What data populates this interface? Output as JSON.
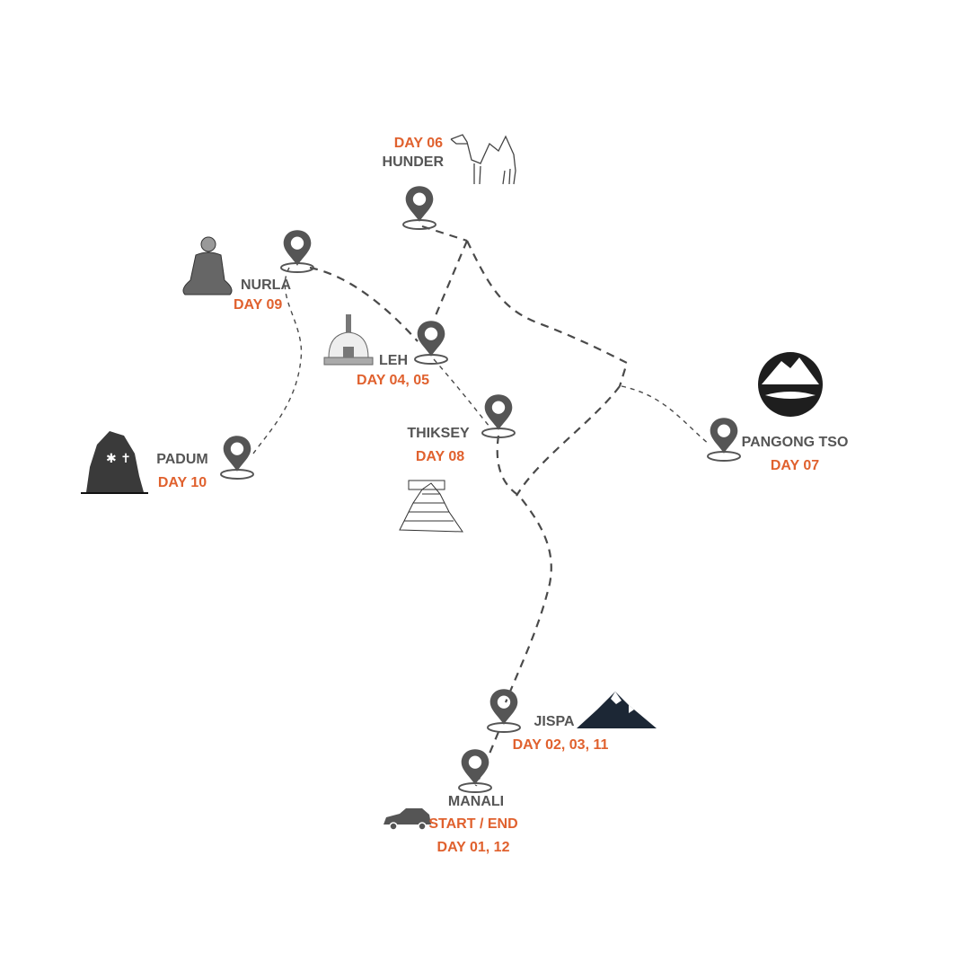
{
  "map": {
    "colors": {
      "name": "#555555",
      "day": "#e0612e",
      "route": "#4a4a4a"
    },
    "locations": {
      "hunder": {
        "name": "HUNDER",
        "day": "DAY 06",
        "icon": "camel-icon"
      },
      "nurla": {
        "name": "NURLA",
        "day": "DAY 09",
        "icon": "meditating-monk-icon"
      },
      "leh": {
        "name": "LEH",
        "day": "DAY 04, 05",
        "icon": "stupa-icon"
      },
      "thiksey": {
        "name": "THIKSEY",
        "day": "DAY 08",
        "icon": "monastery-sketch-icon"
      },
      "padum": {
        "name": "PADUM",
        "day": "DAY 10",
        "icon": "carved-rock-icon"
      },
      "pangong": {
        "name": "PANGONG TSO",
        "day": "DAY 07",
        "icon": "mountain-lake-icon"
      },
      "jispa": {
        "name": "JISPA",
        "day": "DAY 02, 03, 11",
        "icon": "mountain-icon"
      },
      "manali": {
        "name": "MANALI",
        "note": "START / END",
        "day": "DAY 01, 12",
        "icon": "car-icon"
      }
    }
  }
}
